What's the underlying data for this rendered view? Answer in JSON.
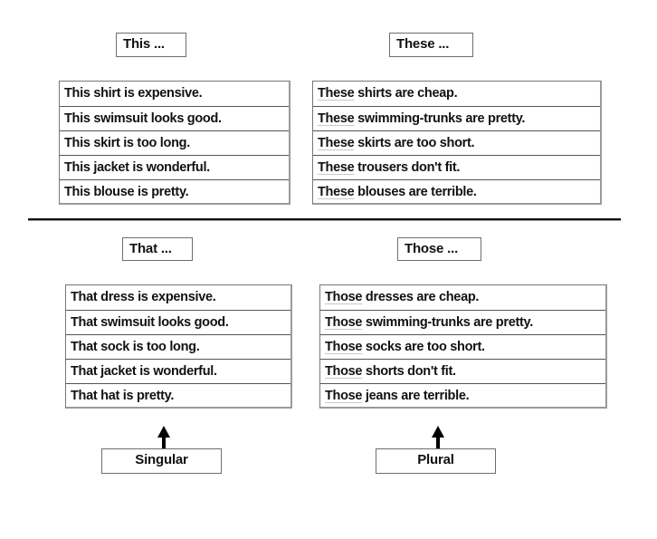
{
  "headers": {
    "this": "This ...",
    "these": "These ...",
    "that": "That ...",
    "those": "Those ..."
  },
  "tables": {
    "this": {
      "determiner": "This",
      "rows": [
        {
          "det": "This",
          "rest": " shirt is expensive."
        },
        {
          "det": "This",
          "rest": " swimsuit looks good."
        },
        {
          "det": "This",
          "rest": " skirt is too long."
        },
        {
          "det": "This",
          "rest": " jacket is wonderful."
        },
        {
          "det": "This",
          "rest": " blouse is pretty."
        }
      ]
    },
    "these": {
      "determiner": "These",
      "rows": [
        {
          "det": "These",
          "rest": " shirts are  cheap."
        },
        {
          "det": "These",
          "rest": " swimming-trunks are  pretty."
        },
        {
          "det": "These",
          "rest": " skirts are  too short."
        },
        {
          "det": "These",
          "rest": " trousers don't fit."
        },
        {
          "det": "These",
          "rest": " blouses are  terrible."
        }
      ]
    },
    "that": {
      "determiner": "That",
      "rows": [
        {
          "det": "That",
          "rest": " dress is expensive."
        },
        {
          "det": "That",
          "rest": " swimsuit looks good."
        },
        {
          "det": "That",
          "rest": " sock is too long."
        },
        {
          "det": "That",
          "rest": " jacket is wonderful."
        },
        {
          "det": "That",
          "rest": " hat is pretty."
        }
      ]
    },
    "those": {
      "determiner": "Those",
      "rows": [
        {
          "det": "Those",
          "rest": " dresses are  cheap."
        },
        {
          "det": "Those",
          "rest": " swimming-trunks are  pretty."
        },
        {
          "det": "Those",
          "rest": " socks are  too short."
        },
        {
          "det": "Those",
          "rest": " shorts don't fit."
        },
        {
          "det": "Those",
          "rest": " jeans are  terrible."
        }
      ]
    }
  },
  "footer": {
    "singular": "Singular",
    "plural": "Plural"
  },
  "icons": {
    "singular_arrow": "arrow-up-icon",
    "plural_arrow": "arrow-up-icon"
  },
  "colors": {
    "text": "#111111",
    "border": "#777777",
    "divider": "#111111",
    "underline": "#c8c8c8"
  }
}
